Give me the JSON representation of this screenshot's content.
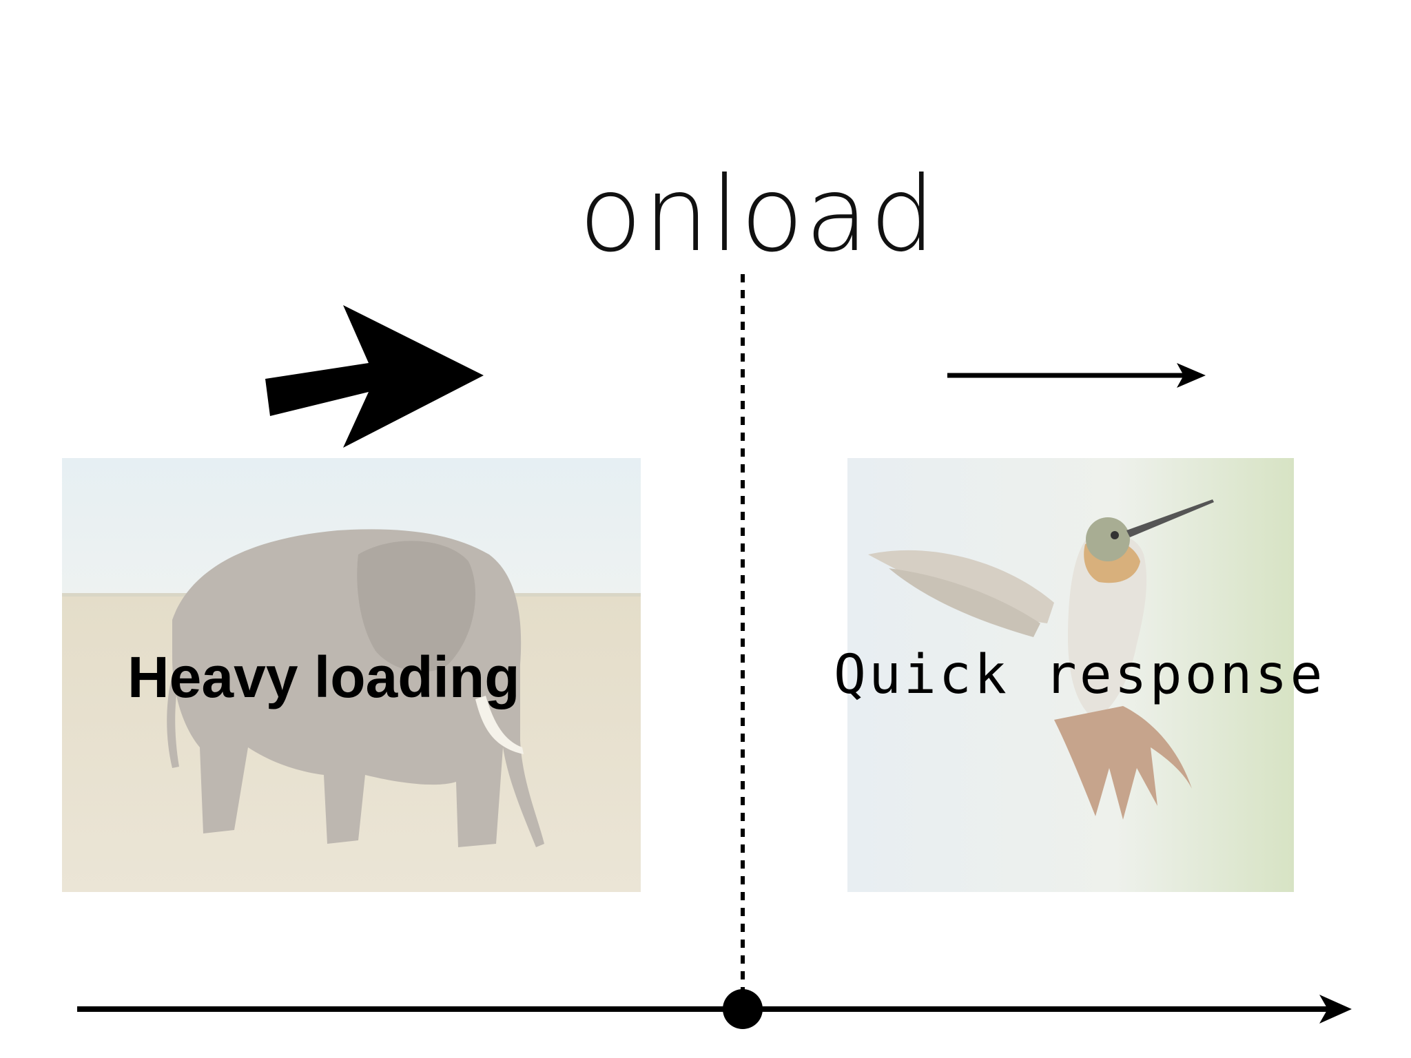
{
  "title": "onload",
  "left_panel": {
    "caption": "Heavy loading",
    "image": "elephant"
  },
  "right_panel": {
    "caption": "Quick response",
    "image": "hummingbird"
  },
  "colors": {
    "text": "#000000",
    "background": "#ffffff"
  }
}
